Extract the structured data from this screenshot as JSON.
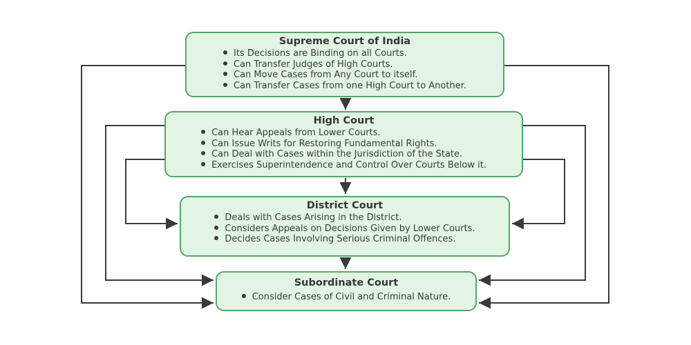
{
  "diagram": {
    "description": "Hierarchy of courts in India flowchart",
    "colors": {
      "box_fill": "#e2f4e3",
      "box_border": "#58a46b",
      "connector": "#3a3a3a",
      "text": "#3b3b3b",
      "background": "#ffffff"
    },
    "nodes": [
      {
        "id": "supreme-court",
        "title": "Supreme Court of India",
        "bullets": [
          "Its Decisions are Binding on all Courts.",
          "Can Transfer Judges of High Courts.",
          "Can Move Cases from Any Court to itself.",
          "Can Transfer Cases from one High Court to Another."
        ]
      },
      {
        "id": "high-court",
        "title": "High Court",
        "bullets": [
          "Can Hear Appeals from Lower Courts.",
          "Can Issue Writs for Restoring Fundamental Rights.",
          "Can Deal with Cases within the Jurisdiction of the State.",
          "Exercises Superintendence and Control Over Courts Below it."
        ]
      },
      {
        "id": "district-court",
        "title": "District Court",
        "bullets": [
          "Deals with Cases Arising in the District.",
          "Considers Appeals on Decisions Given by Lower Courts.",
          "Decides Cases Involving Serious Criminal Offences."
        ]
      },
      {
        "id": "subordinate-court",
        "title": "Subordinate Court",
        "bullets": [
          "Consider Cases of Civil and Criminal Nature."
        ]
      }
    ],
    "edges": [
      {
        "from": "supreme-court",
        "to": "high-court",
        "route": "straight-down"
      },
      {
        "from": "high-court",
        "to": "district-court",
        "route": "straight-down"
      },
      {
        "from": "district-court",
        "to": "subordinate-court",
        "route": "straight-down"
      },
      {
        "from": "supreme-court",
        "to": "subordinate-court",
        "route": "around-left"
      },
      {
        "from": "supreme-court",
        "to": "subordinate-court",
        "route": "around-right"
      },
      {
        "from": "high-court",
        "to": "subordinate-court",
        "route": "around-left"
      },
      {
        "from": "high-court",
        "to": "subordinate-court",
        "route": "around-right"
      },
      {
        "from": "high-court",
        "to": "district-court",
        "route": "around-left"
      },
      {
        "from": "high-court",
        "to": "district-court",
        "route": "around-right"
      }
    ]
  }
}
